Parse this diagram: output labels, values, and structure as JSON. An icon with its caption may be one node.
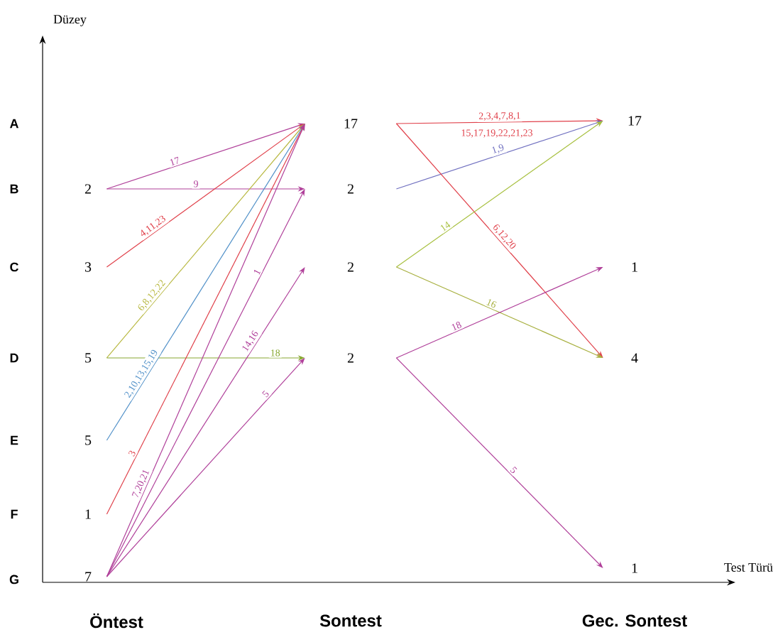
{
  "diagram": {
    "nodes": [
      {
        "text": [
          "2"
        ]
      },
      {
        "text": [
          "3"
        ]
      },
      {
        "text": [
          "5"
        ]
      },
      {
        "text": [
          "5"
        ]
      },
      {
        "text": [
          "1"
        ]
      },
      {
        "text": [
          "7"
        ]
      },
      {
        "text": [
          "17"
        ]
      },
      {
        "text": [
          "2"
        ]
      },
      {
        "text": [
          "2"
        ]
      },
      {
        "text": [
          "2"
        ]
      },
      {
        "text": [
          "17"
        ]
      },
      {
        "text": [
          "1"
        ]
      },
      {
        "text": [
          "4"
        ]
      },
      {
        "text": [
          "1"
        ]
      }
    ],
    "edges": [
      {
        "from": 0,
        "to": 6,
        "arrow": "to",
        "label": "17"
      },
      {
        "from": 0,
        "to": 7,
        "arrow": "to",
        "label": "9"
      },
      {
        "from": 1,
        "to": 6,
        "arrow": "to",
        "label": "4,11,23",
        "color": "#e0404a"
      },
      {
        "from": 2,
        "to": 6,
        "arrow": "to",
        "label": "6,8,12,22",
        "color": "#b8b840"
      },
      {
        "from": 2,
        "to": 9,
        "arrow": "to",
        "label": "18",
        "color": "#88a830"
      },
      {
        "from": 3,
        "to": 6,
        "arrow": "to",
        "label": "2,10,13,15,19",
        "color": "#5090c8"
      },
      {
        "from": 4,
        "to": 6,
        "arrow": "to",
        "label": "3",
        "color": "#e0404a"
      },
      {
        "from": 5,
        "to": 6,
        "arrow": "to",
        "label": "7,20,21"
      },
      {
        "from": 5,
        "to": 7,
        "arrow": "to",
        "label": "1"
      },
      {
        "from": 5,
        "to": 8,
        "arrow": "to",
        "label": "14,16"
      },
      {
        "from": 5,
        "to": 9,
        "arrow": "to",
        "label": "5"
      },
      {
        "from": 6,
        "to": 10,
        "arrow": "to",
        "label": "2,3,4,7,8,1",
        "color": "#e0404a"
      },
      {
        "from": 7,
        "to": 10,
        "arrow": "to",
        "label": "1,9",
        "color": "#7070c0"
      },
      {
        "from": 6,
        "to": 12,
        "arrow": "to",
        "label": "6,12,20",
        "color": "#e0404a"
      },
      {
        "from": 8,
        "to": 10,
        "arrow": "to",
        "label": "14",
        "color": "#a8c040"
      },
      {
        "from": 8,
        "to": 12,
        "arrow": "to",
        "label": "16",
        "color": "#a8b040"
      },
      {
        "from": 9,
        "to": 11,
        "arrow": "to",
        "label": "18"
      },
      {
        "from": 9,
        "to": 13,
        "arrow": "to",
        "label": "5"
      }
    ],
    "labels": [
      "Düzey",
      "A",
      "B",
      "C",
      "D",
      "E",
      "F",
      "G",
      "Test Türü",
      "Öntest",
      "Sontest",
      "Gec. Sontest",
      "15,17,19,22,21,23"
    ]
  }
}
